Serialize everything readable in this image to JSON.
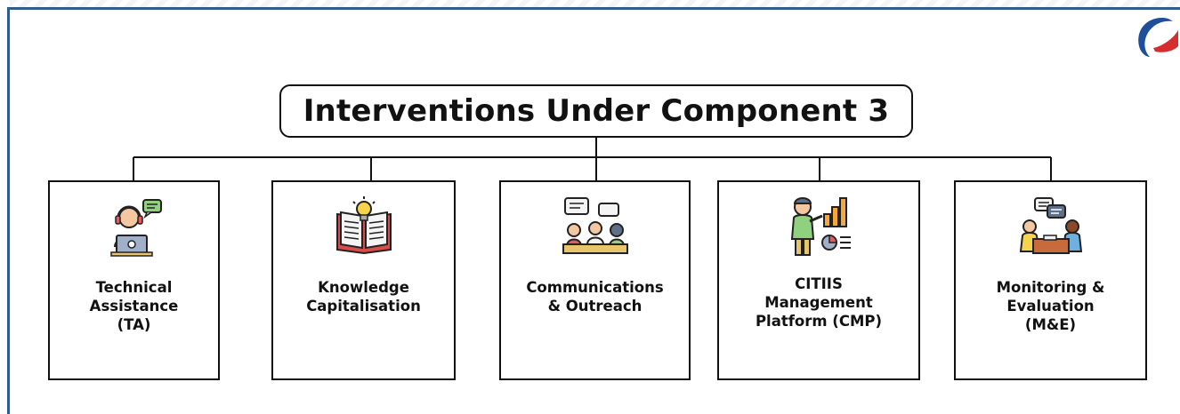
{
  "title": "Interventions Under Component 3",
  "cards": [
    {
      "icon": "headset-support-icon",
      "lines": [
        "Technical",
        "Assistance",
        "(TA)"
      ]
    },
    {
      "icon": "book-lightbulb-icon",
      "lines": [
        "Knowledge",
        "Capitalisation"
      ]
    },
    {
      "icon": "team-discussion-icon",
      "lines": [
        "Communications",
        "& Outreach"
      ]
    },
    {
      "icon": "presenter-chart-icon",
      "lines": [
        "CITIIS",
        "Management",
        "Platform (CMP)"
      ]
    },
    {
      "icon": "meeting-chat-icon",
      "lines": [
        "Monitoring &",
        "Evaluation",
        "(M&E)"
      ]
    }
  ],
  "colors": {
    "frame": "#2f5d8a",
    "line": "#111111",
    "logo_blue": "#1f4e9a",
    "logo_red": "#d62e2e"
  }
}
